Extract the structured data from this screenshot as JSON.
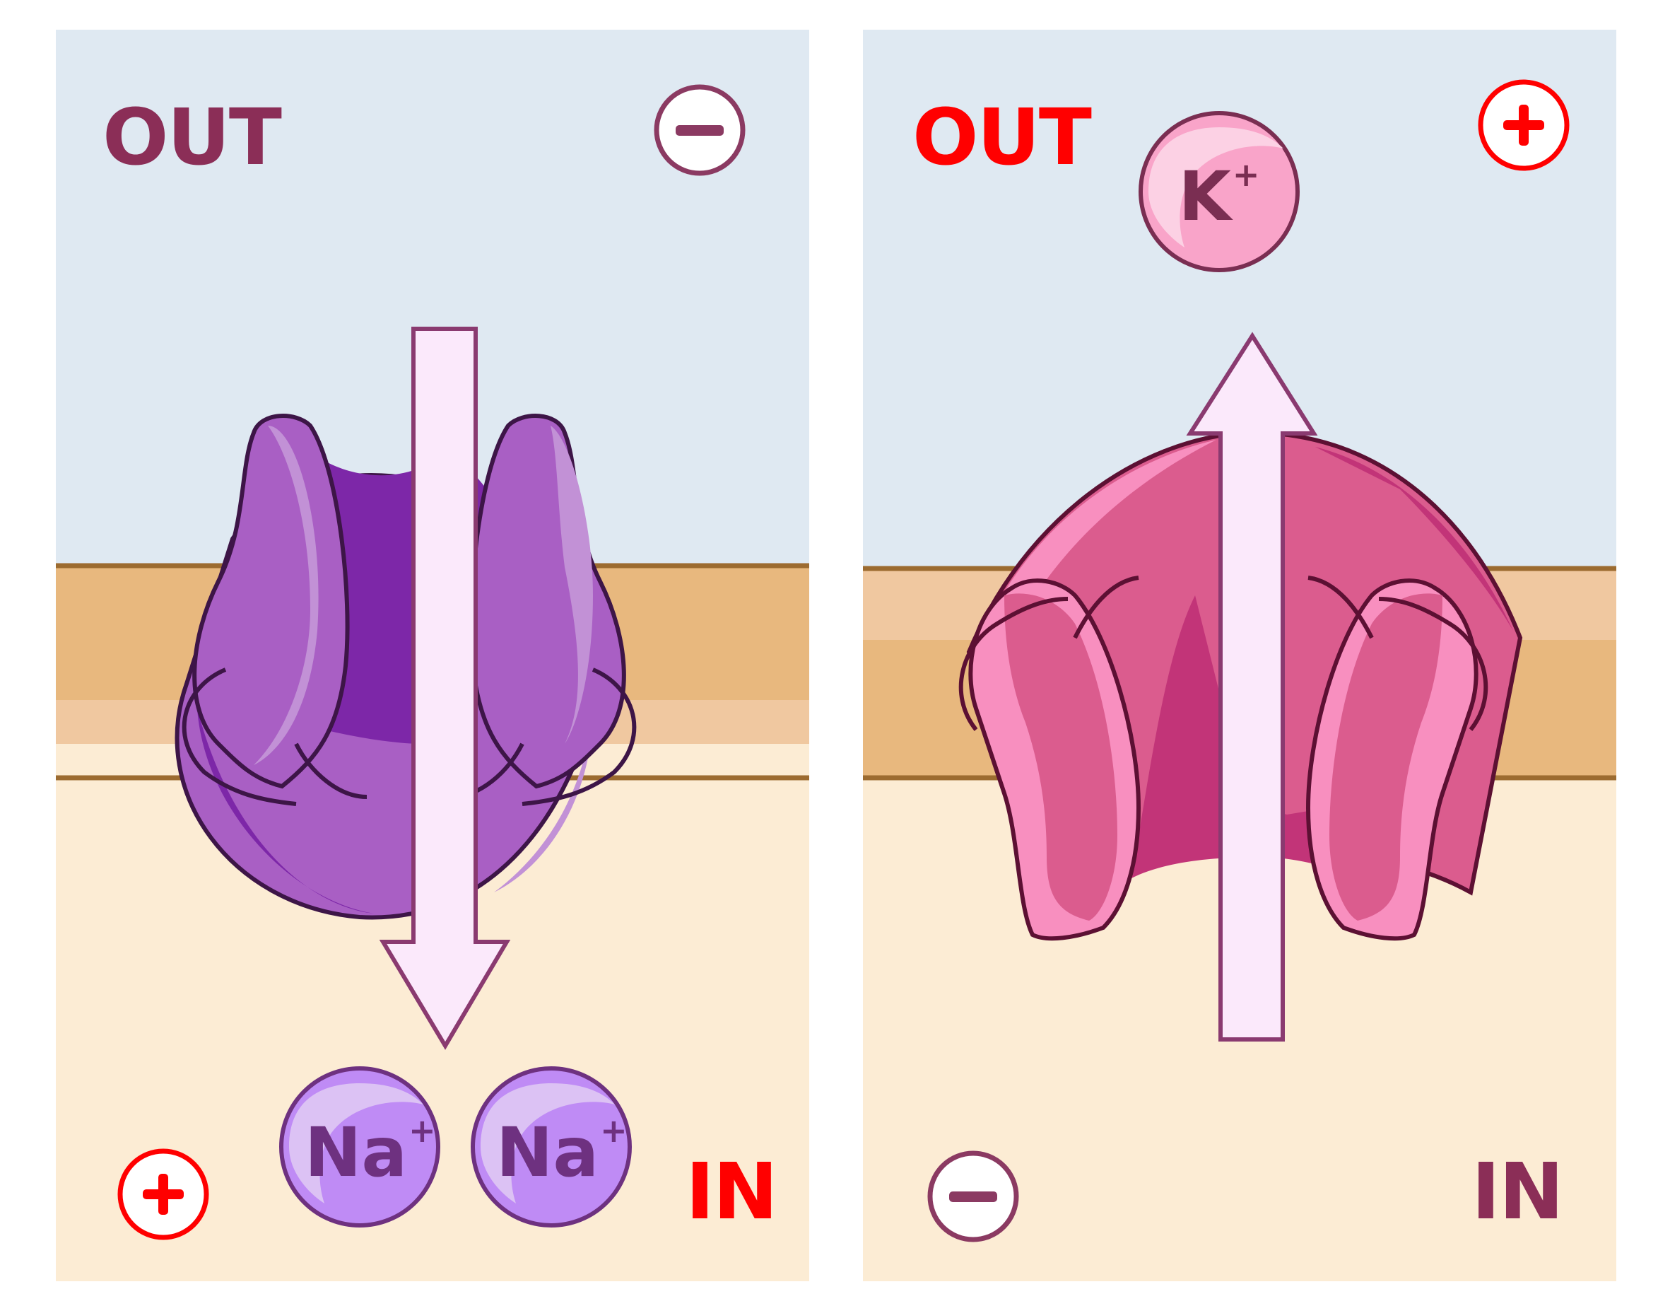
{
  "left_panel": {
    "out_label": "OUT",
    "in_label": "IN",
    "outside_charge": "−",
    "inside_charge": "+",
    "ion_1": {
      "symbol": "Na",
      "charge": "+"
    },
    "ion_2": {
      "symbol": "Na",
      "charge": "+"
    },
    "flow_direction": "inward",
    "colors": {
      "out_label": "#8b2e57",
      "in_label": "#ff0000",
      "outside_charge": "#8b3a62",
      "inside_charge": "#ff0000",
      "channel": "#a95fc4",
      "ion": "#bf8bf5"
    }
  },
  "right_panel": {
    "out_label": "OUT",
    "in_label": "IN",
    "outside_charge": "+",
    "inside_charge": "−",
    "ion": {
      "symbol": "K",
      "charge": "+"
    },
    "flow_direction": "outward",
    "colors": {
      "out_label": "#ff0000",
      "in_label": "#8b2e57",
      "outside_charge": "#ff0000",
      "inside_charge": "#8b3a62",
      "channel": "#db5c8e",
      "ion": "#f9a4c9"
    }
  },
  "icons": {
    "minus_circle": "minus-circle-icon",
    "plus_circle": "plus-circle-icon",
    "arrow_down": "arrow-down-icon",
    "arrow_up": "arrow-up-icon"
  }
}
